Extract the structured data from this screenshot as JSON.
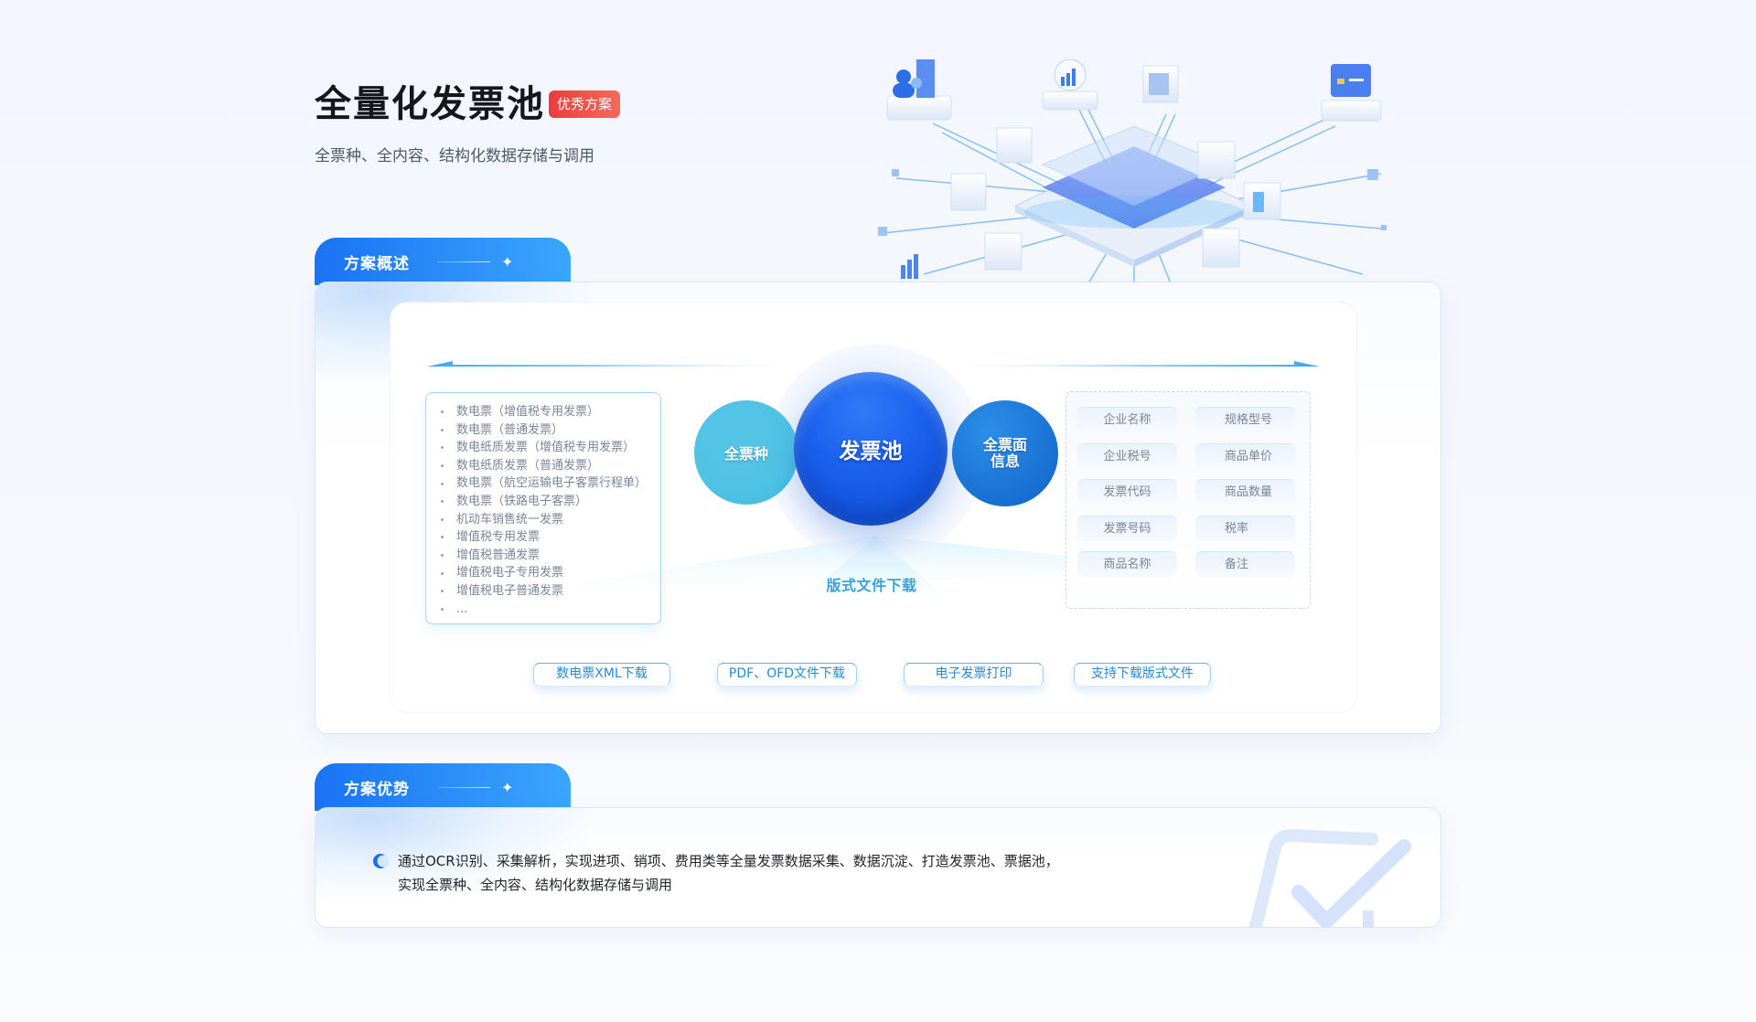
{
  "header": {
    "title": "全量化发票池",
    "badge": "优秀方案",
    "subtitle": "全票种、全内容、结构化数据存储与调用"
  },
  "hero": {
    "icon": "network-data-hub-illustration",
    "accent": "#3f7cf4"
  },
  "overview": {
    "tab_label": "方案概述",
    "tab_icon": "sparkle-icon",
    "invoice_types": [
      "数电票（增值税专用发票）",
      "数电票（普通发票）",
      "数电纸质发票（增值税专用发票）",
      "数电纸质发票（普通发票）",
      "数电票（航空运输电子客票行程单）",
      "数电票（铁路电子客票）",
      "机动车销售统一发票",
      "增值税专用发票",
      "增值税普通发票",
      "增值税电子专用发票",
      "增值税电子普通发票",
      "..."
    ],
    "spheres": {
      "left": "全票种",
      "center": "发票池",
      "right_line1": "全票面",
      "right_line2": "信息"
    },
    "fields": [
      [
        "企业名称",
        "规格型号"
      ],
      [
        "企业税号",
        "商品单价"
      ],
      [
        "发票代码",
        "商品数量"
      ],
      [
        "发票号码",
        "税率"
      ],
      [
        "商品名称",
        "备注"
      ]
    ],
    "download_title": "版式文件下载",
    "download_buttons": [
      "数电票XML下载",
      "PDF、OFD文件下载",
      "电子发票打印",
      "支持下载版式文件"
    ]
  },
  "advantages": {
    "tab_label": "方案优势",
    "tab_icon": "sparkle-icon",
    "line1": "通过OCR识别、采集解析，实现进项、销项、费用类等全量发票数据采集、数据沉淀、打造发票池、票据池，",
    "line2": "实现全票种、全内容、结构化数据存储与调用",
    "decoration_icon": "checkbox-check-icon"
  },
  "colors": {
    "brand_blue": "#1a73f5",
    "badge_red": "#ea3e3e",
    "accent_cyan": "#3ba2da"
  }
}
